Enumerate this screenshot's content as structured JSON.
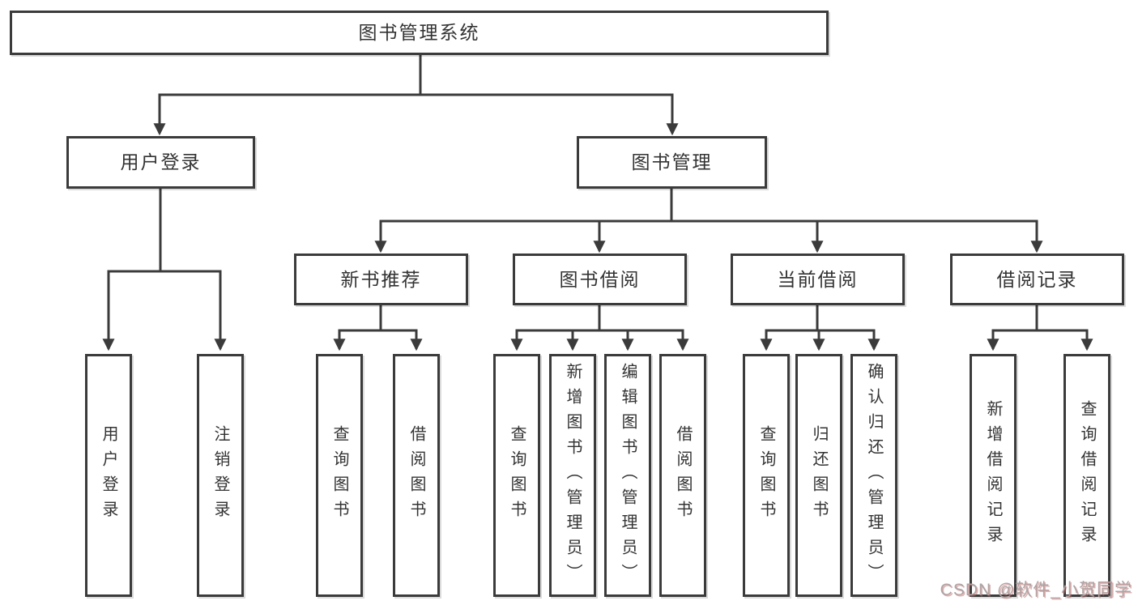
{
  "nodes": {
    "root": {
      "label": "图书管理系统"
    },
    "user_login": {
      "label": "用户登录"
    },
    "book_management": {
      "label": "图书管理"
    },
    "new_book_recommend": {
      "label": "新书推荐"
    },
    "book_borrow": {
      "label": "图书借阅"
    },
    "current_borrow": {
      "label": "当前借阅"
    },
    "borrow_record": {
      "label": "借阅记录"
    },
    "user_login_leaf": {
      "label": "用户登录"
    },
    "logout_leaf": {
      "label": "注销登录"
    },
    "query_books_recommend": {
      "label": "查询图书"
    },
    "borrow_books_recommend": {
      "label": "借阅图书"
    },
    "query_books_borrow": {
      "label": "查询图书"
    },
    "add_books": {
      "label": "新增图书（管理员）"
    },
    "edit_books": {
      "label": "编辑图书（管理员）"
    },
    "borrow_books": {
      "label": "借阅图书"
    },
    "query_books_current": {
      "label": "查询图书"
    },
    "return_books": {
      "label": "归还图书"
    },
    "confirm_return": {
      "label": "确认归还（管理员）"
    },
    "add_borrow_record": {
      "label": "新增借阅记录"
    },
    "query_borrow_record": {
      "label": "查询借阅记录"
    }
  },
  "hierarchy": {
    "root": [
      "user_login",
      "book_management"
    ],
    "user_login": [
      "user_login_leaf",
      "logout_leaf"
    ],
    "book_management": [
      "new_book_recommend",
      "book_borrow",
      "current_borrow",
      "borrow_record"
    ],
    "new_book_recommend": [
      "query_books_recommend",
      "borrow_books_recommend"
    ],
    "book_borrow": [
      "query_books_borrow",
      "add_books",
      "edit_books",
      "borrow_books"
    ],
    "current_borrow": [
      "query_books_current",
      "return_books",
      "confirm_return"
    ],
    "borrow_record": [
      "add_borrow_record",
      "query_borrow_record"
    ]
  },
  "watermark": {
    "text": "CSDN @软件_小贺同学"
  },
  "colors": {
    "line": "#3b3b3b",
    "text": "#333333",
    "watermark_gray": "#a6a6a6",
    "watermark_red": "#d65c5c"
  }
}
